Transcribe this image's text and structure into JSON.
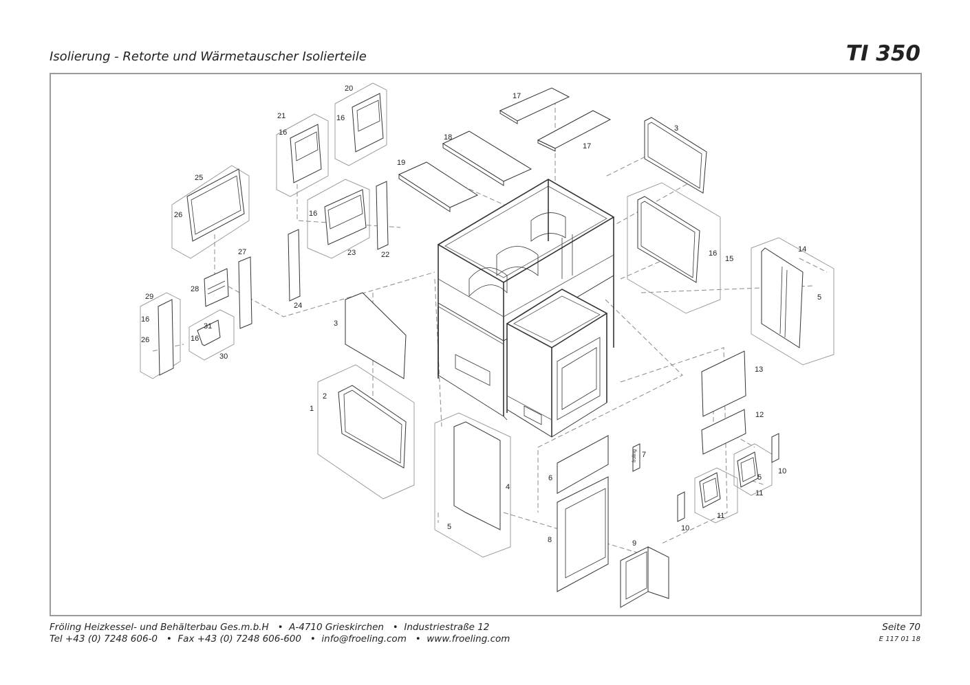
{
  "header": {
    "title": "Isolierung - Retorte und Wärmetauscher Isolierteile",
    "model": "TI 350"
  },
  "diagram": {
    "labels": [
      "1",
      "2",
      "3",
      "3",
      "4",
      "5",
      "5",
      "5",
      "6",
      "7",
      "8",
      "9",
      "10",
      "10",
      "11",
      "11",
      "12",
      "13",
      "14",
      "15",
      "16",
      "16",
      "16",
      "16",
      "16",
      "16",
      "17",
      "17",
      "18",
      "19",
      "20",
      "21",
      "22",
      "23",
      "24",
      "25",
      "26",
      "26",
      "27",
      "28",
      "29",
      "30",
      "31"
    ],
    "logo_text": "froling"
  },
  "footer": {
    "line1": "Fröling Heizkessel- und Behälterbau Ges.m.b.H   •  A-4710 Grieskirchen   •  Industriestraße 12",
    "line2": "Tel +43 (0) 7248 606-0   •  Fax +43 (0) 7248 606-600   •  info@froeling.com   •  www.froeling.com",
    "page": "Seite 70",
    "doc_number": "E 117 01 18"
  }
}
